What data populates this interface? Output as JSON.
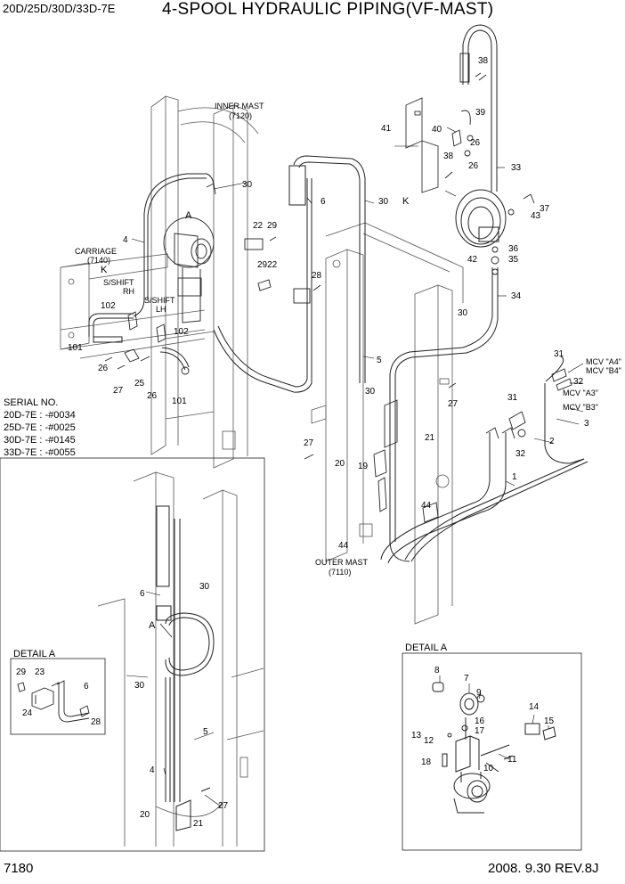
{
  "header": {
    "models": "20D/25D/30D/33D-7E",
    "title": "4-SPOOL HYDRAULIC PIPING(VF-MAST)"
  },
  "footer": {
    "page_number": "7180",
    "revision": "2008. 9.30  REV.8J"
  },
  "serial": {
    "title": "SERIAL NO.",
    "rows": [
      "20D-7E : -#0034",
      "25D-7E : -#0025",
      "30D-7E : -#0145",
      "33D-7E : -#0055"
    ]
  },
  "labels": {
    "inner_mast": "INNER MAST",
    "inner_mast_code": "(7120)",
    "outer_mast": "OUTER MAST",
    "outer_mast_code": "(7110)",
    "carriage": "CARRIAGE",
    "carriage_code": "(7140)",
    "k": "K",
    "a": "A",
    "sshift_rh_1": "S/SHIFT",
    "sshift_rh_2": "RH",
    "sshift_lh_1": "S/SHIFT",
    "sshift_lh_2": "LH",
    "mcv_a4": "MCV \"A4\"",
    "mcv_b4": "MCV \"B4\"",
    "mcv_a3": "MCV \"A3\"",
    "mcv_b3": "MCV \"B3\"",
    "detail_a_left": "DETAIL A",
    "detail_a_right": "DETAIL A"
  },
  "parts": {
    "p1": "1",
    "p2": "2",
    "p3": "3",
    "p4": "4",
    "p5": "5",
    "p6": "6",
    "p7": "7",
    "p8": "8",
    "p9": "9",
    "p10": "10",
    "p11": "11",
    "p12": "12",
    "p13": "13",
    "p14": "14",
    "p15": "15",
    "p16": "16",
    "p17": "17",
    "p18": "18",
    "p19": "19",
    "p20": "20",
    "p21": "21",
    "p22": "22",
    "p23": "23",
    "p24": "24",
    "p25": "25",
    "p26": "26",
    "p27": "27",
    "p28": "28",
    "p29": "29",
    "p30": "30",
    "p31": "31",
    "p32": "32",
    "p33": "33",
    "p34": "34",
    "p35": "35",
    "p36": "36",
    "p37": "37",
    "p38": "38",
    "p39": "39",
    "p40": "40",
    "p41": "41",
    "p42": "42",
    "p43": "43",
    "p44": "44",
    "p101": "101",
    "p102": "102",
    "p2922": "2922"
  }
}
